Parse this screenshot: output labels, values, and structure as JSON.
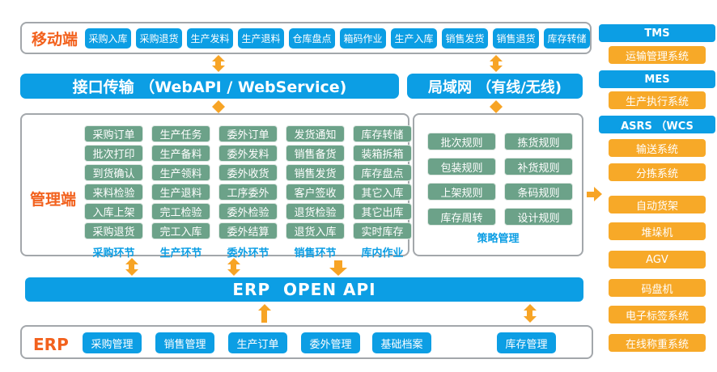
{
  "colors": {
    "blue": "#0C9EE4",
    "green": "#6CA289",
    "orange": "#F7A928",
    "accent": "#F2611D",
    "arrow": "#F7A425"
  },
  "mobile": {
    "label": "移动端",
    "buttons": [
      "采购入库",
      "采购退货",
      "生产发料",
      "生产退料",
      "仓库盘点",
      "箱码作业",
      "生产入库",
      "销售发货",
      "销售退货",
      "库存转储"
    ]
  },
  "bars": {
    "api": "接口传输 （WebAPI / WebService)",
    "lan": "局域网 （有线/无线)",
    "erp_api": "ERP  OPEN API"
  },
  "management": {
    "label": "管理端",
    "columns": [
      {
        "footer": "采购环节",
        "items": [
          "采购订单",
          "批次打印",
          "到货确认",
          "来料检验",
          "入库上架",
          "采购退货"
        ]
      },
      {
        "footer": "生产环节",
        "items": [
          "生产任务",
          "生产备料",
          "生产领料",
          "生产退料",
          "完工检验",
          "完工入库"
        ]
      },
      {
        "footer": "委外环节",
        "items": [
          "委外订单",
          "委外发料",
          "委外收货",
          "工序委外",
          "委外检验",
          "委外结算"
        ]
      },
      {
        "footer": "销售环节",
        "items": [
          "发货通知",
          "销售备货",
          "销售发货",
          "客户签收",
          "退货检验",
          "退货入库"
        ]
      },
      {
        "footer": "库内作业",
        "items": [
          "库存转储",
          "装箱拆箱",
          "库存盘点",
          "其它入库",
          "其它出库",
          "实时库存"
        ]
      }
    ]
  },
  "strategy": {
    "footer": "策略管理",
    "items": [
      "批次规则",
      "拣货规则",
      "包装规则",
      "补货规则",
      "上架规则",
      "条码规则",
      "库存周转",
      "设计规则"
    ]
  },
  "erp": {
    "label": "ERP",
    "buttons": [
      "采购管理",
      "销售管理",
      "生产订单",
      "委外管理",
      "基础档案",
      "库存管理"
    ]
  },
  "right_column": [
    {
      "label": "TMS",
      "type": "blue"
    },
    {
      "label": "运输管理系统",
      "type": "orange"
    },
    {
      "label": "MES",
      "type": "blue"
    },
    {
      "label": "生产执行系统",
      "type": "orange"
    },
    {
      "label": "ASRS （WCS",
      "type": "blue"
    },
    {
      "label": "输送系统",
      "type": "orange"
    },
    {
      "label": "分拣系统",
      "type": "orange"
    },
    {
      "label": "自动货架",
      "type": "orange"
    },
    {
      "label": "堆垛机",
      "type": "orange"
    },
    {
      "label": "AGV",
      "type": "orange"
    },
    {
      "label": "码盘机",
      "type": "orange"
    },
    {
      "label": "电子标签系统",
      "type": "orange"
    },
    {
      "label": "在线称重系统",
      "type": "orange"
    }
  ]
}
